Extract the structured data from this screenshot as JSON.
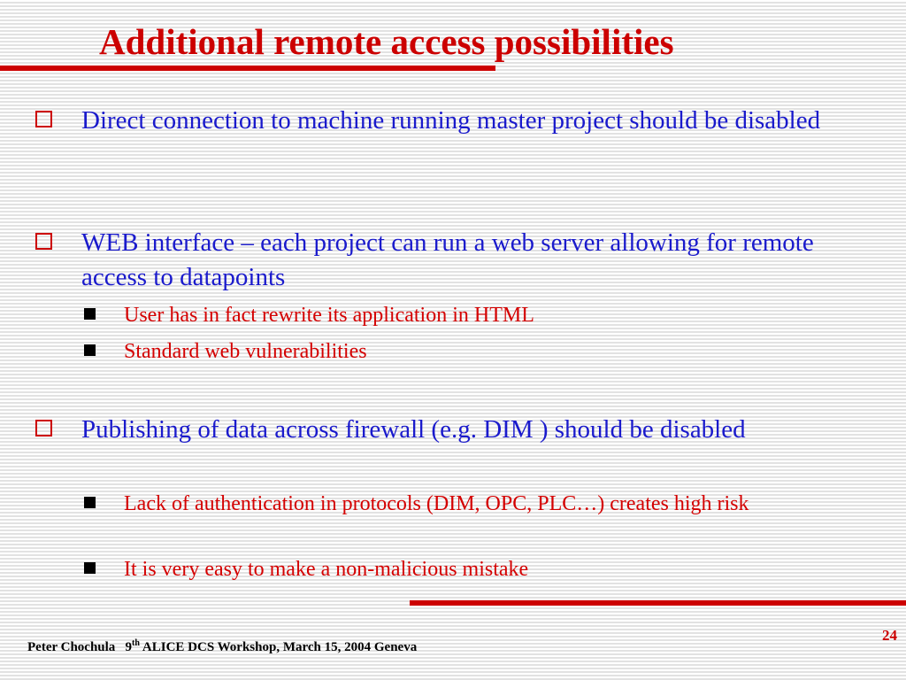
{
  "slide": {
    "title": "Additional remote access possibilities",
    "bullets": [
      {
        "text": "Direct connection to machine running master project should be disabled",
        "subs": []
      },
      {
        "text": "WEB interface – each project can run a web server allowing for remote access to datapoints",
        "subs": [
          "User has in fact rewrite its application in HTML",
          "Standard web vulnerabilities"
        ]
      },
      {
        "text": "Publishing of data across firewall (e.g. DIM ) should be disabled",
        "subs": [
          "Lack of authentication in protocols (DIM, OPC, PLC…) creates high risk",
          "It is very easy to  make a non-malicious mistake"
        ]
      }
    ],
    "footer": {
      "author": "Peter Chochula",
      "workshop_number": "9",
      "ordinal_suffix": "th",
      "event": "ALICE DCS Workshop, March 15, 2004 Geneva"
    },
    "page_number": "24",
    "colors": {
      "title": "#cc0000",
      "bullet_text": "#1a1acc",
      "sub_text": "#d40000",
      "rule": "#cc0000"
    }
  }
}
